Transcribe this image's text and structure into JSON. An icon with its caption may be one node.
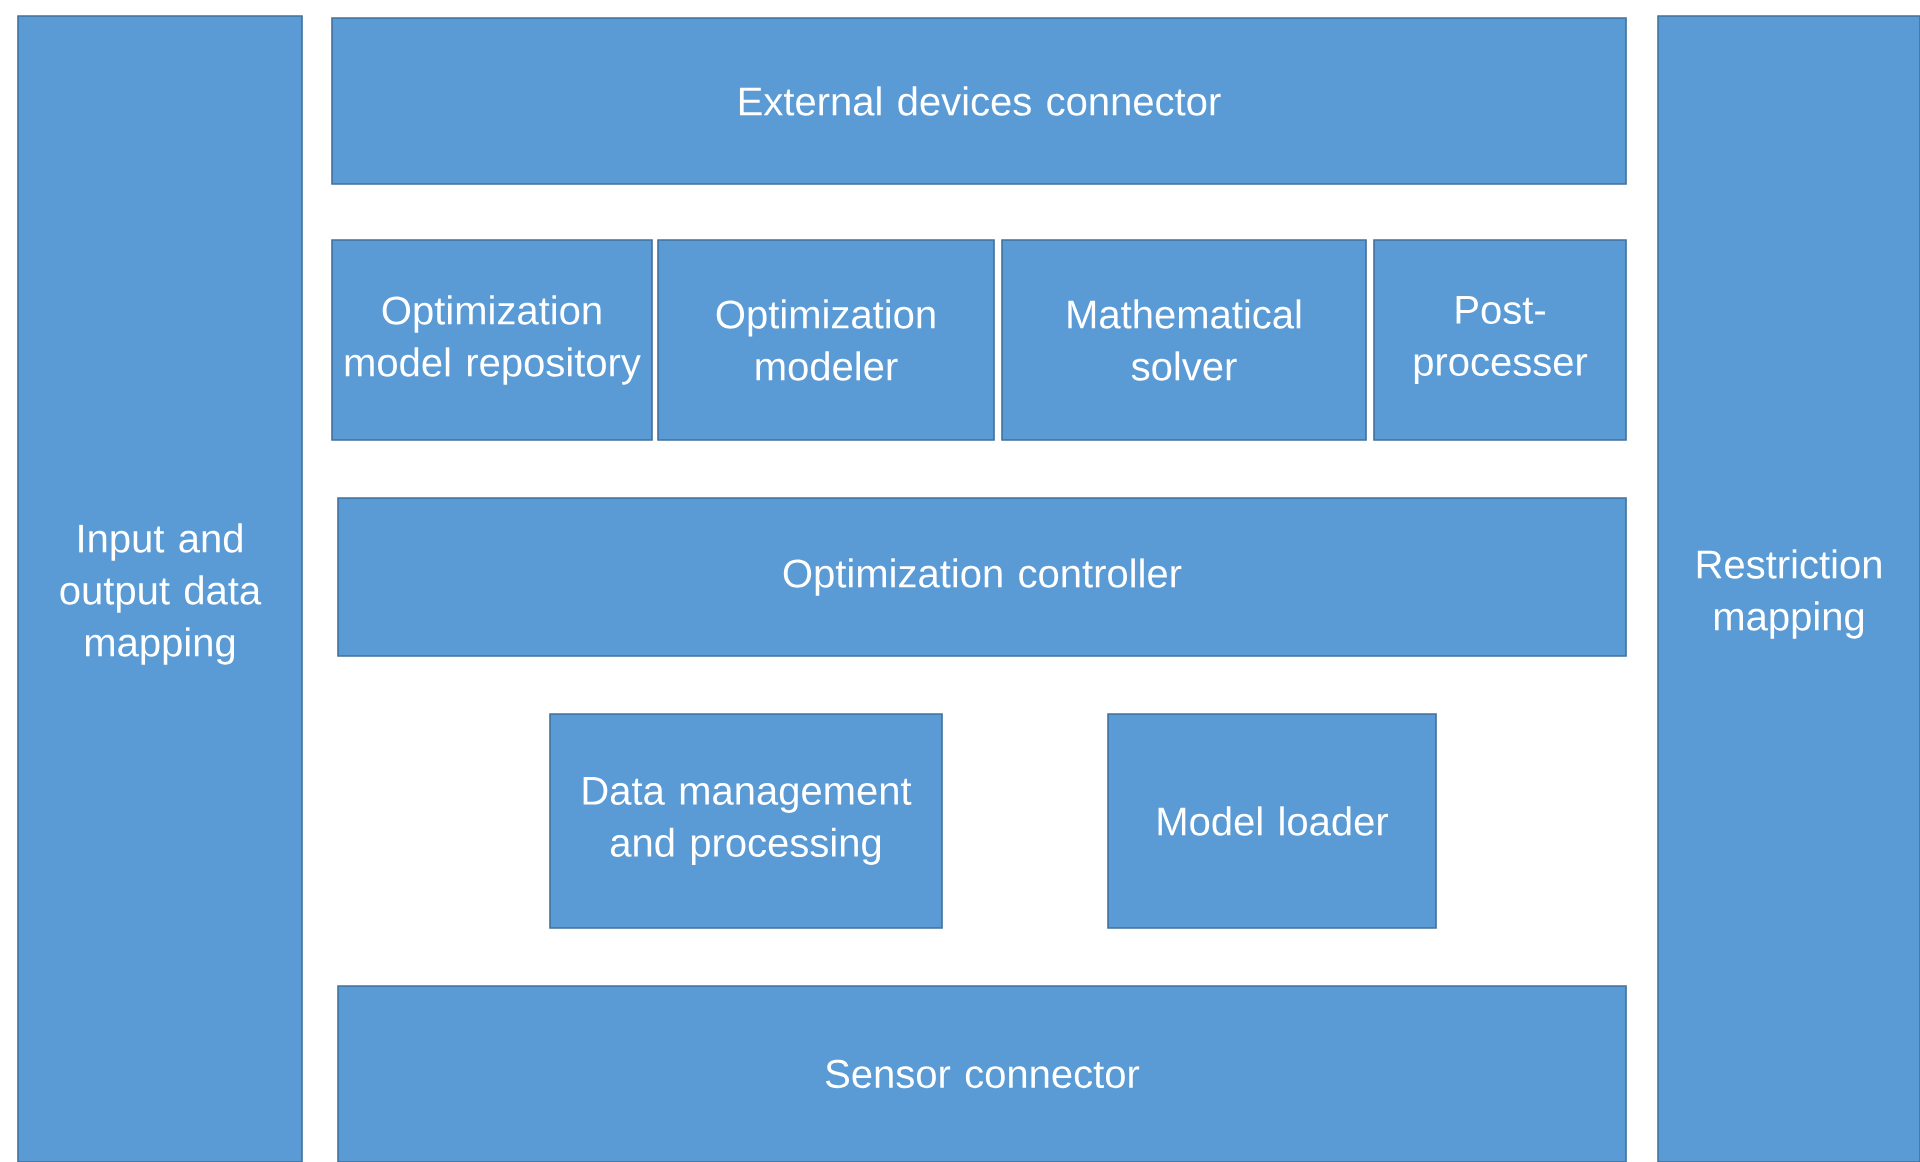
{
  "diagram": {
    "nodes": [
      {
        "text": [
          "Input and output data mapping"
        ]
      },
      {
        "text": [
          "External devices connector"
        ]
      },
      {
        "text": [
          "Optimization model repository"
        ]
      },
      {
        "text": [
          "Optimization modeler"
        ]
      },
      {
        "text": [
          "Mathematical solver"
        ]
      },
      {
        "text": [
          "Post-processer"
        ]
      },
      {
        "text": [
          "Optimization controller"
        ]
      },
      {
        "text": [
          "Data management and processing"
        ]
      },
      {
        "text": [
          "Model loader"
        ]
      },
      {
        "text": [
          "Sensor connector"
        ]
      },
      {
        "text": [
          "Restriction mapping"
        ]
      }
    ]
  }
}
